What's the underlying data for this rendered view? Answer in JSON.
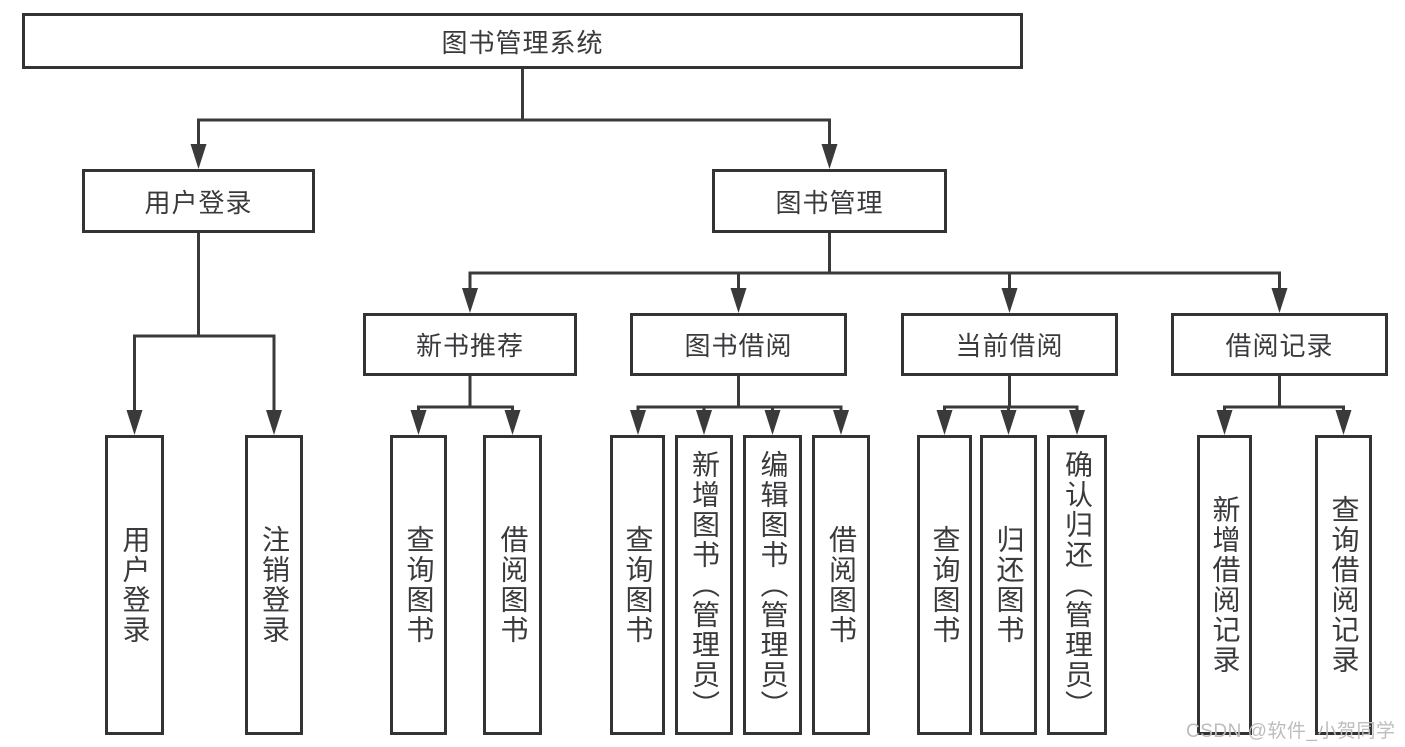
{
  "tree": {
    "label": "图书管理系统",
    "children": [
      {
        "label": "用户登录",
        "children": [
          {
            "label": "用户登录"
          },
          {
            "label": "注销登录"
          }
        ]
      },
      {
        "label": "图书管理",
        "children": [
          {
            "label": "新书推荐",
            "children": [
              {
                "label": "查询图书"
              },
              {
                "label": "借阅图书"
              }
            ]
          },
          {
            "label": "图书借阅",
            "children": [
              {
                "label": "查询图书"
              },
              {
                "label": "新增图书（管理员）"
              },
              {
                "label": "编辑图书（管理员）"
              },
              {
                "label": "借阅图书"
              }
            ]
          },
          {
            "label": "当前借阅",
            "children": [
              {
                "label": "查询图书"
              },
              {
                "label": "归还图书"
              },
              {
                "label": "确认归还（管理员）"
              }
            ]
          },
          {
            "label": "借阅记录",
            "children": [
              {
                "label": "新增借阅记录"
              },
              {
                "label": "查询借阅记录"
              }
            ]
          }
        ]
      }
    ]
  },
  "watermark": {
    "text": "CSDN @软件_小贺同学"
  },
  "colors": {
    "line": "#3a3a3a",
    "box_border": "#333333",
    "text": "#3a3a3c",
    "watermark": "#bdbdbd",
    "background": "#ffffff"
  }
}
